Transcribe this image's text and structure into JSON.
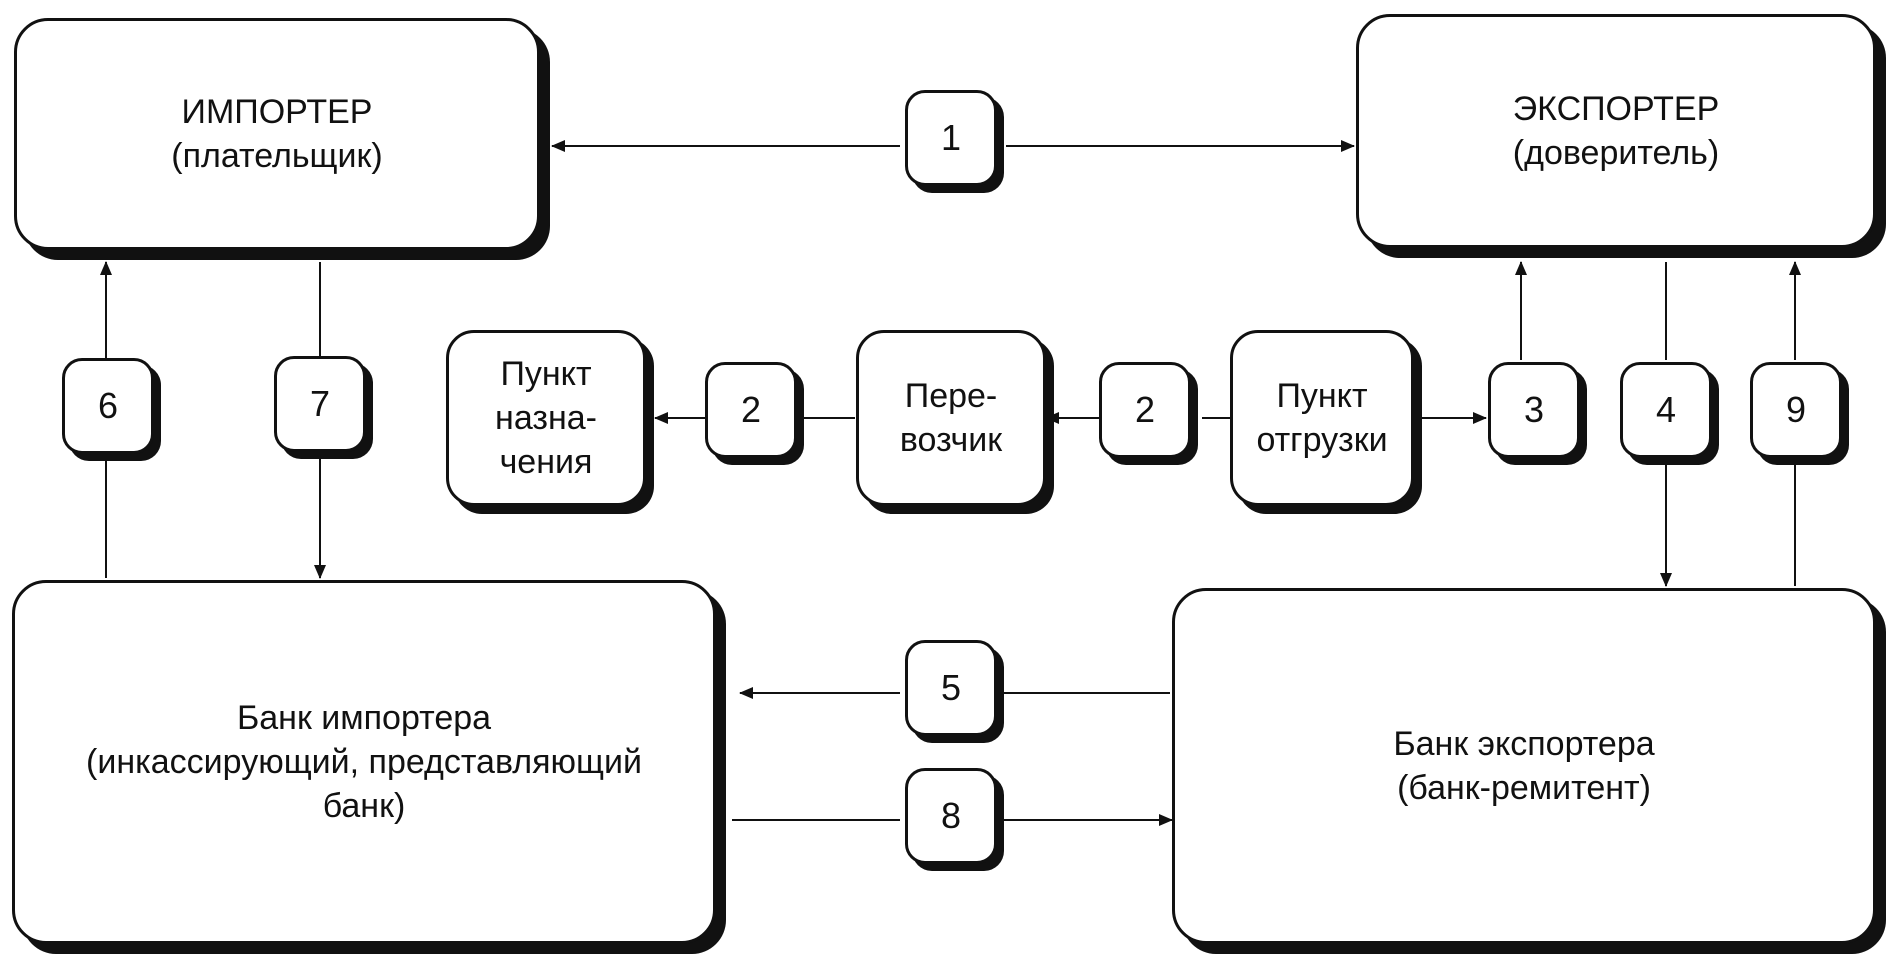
{
  "importer": {
    "line1": "ИМПОРТЕР",
    "line2": "(плательщик)"
  },
  "exporter": {
    "line1": "ЭКСПОРТЕР",
    "line2": "(доверитель)"
  },
  "destination": {
    "line1": "Пункт",
    "line2": "назна-",
    "line3": "чения"
  },
  "carrier": {
    "line1": "Пере-",
    "line2": "возчик"
  },
  "shipment": {
    "line1": "Пункт",
    "line2": "отгрузки"
  },
  "importer_bank": {
    "line1": "Банк импортера",
    "line2": "(инкассирующий, представляющий",
    "line3": "банк)"
  },
  "exporter_bank": {
    "line1": "Банк экспортера",
    "line2": "(банк-ремитент)"
  },
  "steps": {
    "s1": "1",
    "s2a": "2",
    "s2b": "2",
    "s3": "3",
    "s4": "4",
    "s5": "5",
    "s6": "6",
    "s7": "7",
    "s8": "8",
    "s9": "9"
  }
}
